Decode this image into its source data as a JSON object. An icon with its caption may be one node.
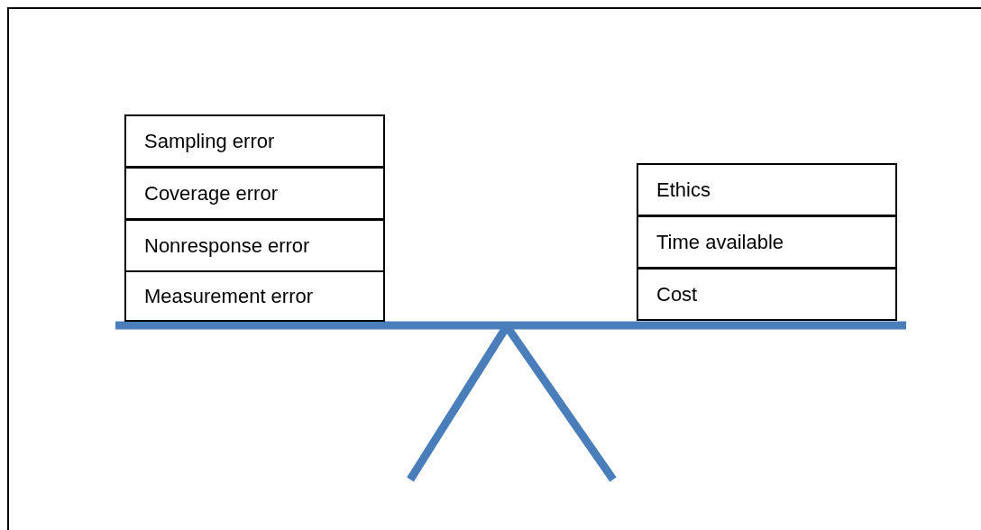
{
  "diagram": {
    "nodes": [
      {
        "text": [
          "Sampling error"
        ]
      },
      {
        "text": [
          "Coverage error"
        ]
      },
      {
        "text": [
          "Nonresponse error"
        ]
      },
      {
        "text": [
          "Measurement error"
        ]
      },
      {
        "text": [
          "Ethics"
        ]
      },
      {
        "text": [
          "Time available"
        ]
      },
      {
        "text": [
          "Cost"
        ]
      }
    ]
  }
}
